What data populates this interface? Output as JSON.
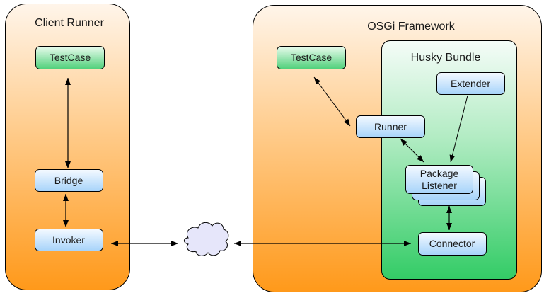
{
  "diagram": {
    "containers": {
      "client_runner": {
        "title": "Client Runner"
      },
      "osgi_framework": {
        "title": "OSGi Framework"
      },
      "husky_bundle": {
        "title": "Husky Bundle"
      }
    },
    "nodes": {
      "client_testcase": {
        "label": "TestCase",
        "style": "green"
      },
      "bridge": {
        "label": "Bridge",
        "style": "blue"
      },
      "invoker": {
        "label": "Invoker",
        "style": "blue"
      },
      "osgi_testcase": {
        "label": "TestCase",
        "style": "green"
      },
      "runner": {
        "label": "Runner",
        "style": "blue"
      },
      "extender": {
        "label": "Extender",
        "style": "blue"
      },
      "package_listener": {
        "label_line1": "Package",
        "label_line2": "Listener",
        "style": "blue-stacked"
      },
      "connector": {
        "label": "Connector",
        "style": "blue"
      },
      "network": {
        "label": "",
        "shape": "cloud"
      }
    },
    "edges": [
      {
        "from": "client_testcase",
        "to": "bridge",
        "direction": "both"
      },
      {
        "from": "bridge",
        "to": "invoker",
        "direction": "both"
      },
      {
        "from": "invoker",
        "to": "network",
        "direction": "both"
      },
      {
        "from": "network",
        "to": "connector",
        "direction": "both"
      },
      {
        "from": "osgi_testcase",
        "to": "runner",
        "direction": "both"
      },
      {
        "from": "runner",
        "to": "package_listener",
        "direction": "both"
      },
      {
        "from": "extender",
        "to": "package_listener",
        "direction": "forward"
      },
      {
        "from": "package_listener",
        "to": "connector",
        "direction": "both"
      }
    ],
    "colors": {
      "orange_top": "#fff3e6",
      "orange_bottom": "#ff9a1a",
      "green_container_top": "#f4fcf7",
      "green_container_bottom": "#33cc66",
      "green_node_top": "#e6fbe9",
      "green_node_bottom": "#4ecf78",
      "blue_node_top": "#f2f8ff",
      "blue_node_bottom": "#a8d4fb",
      "cloud_fill": "#e6e6fa",
      "stroke": "#000000"
    }
  }
}
